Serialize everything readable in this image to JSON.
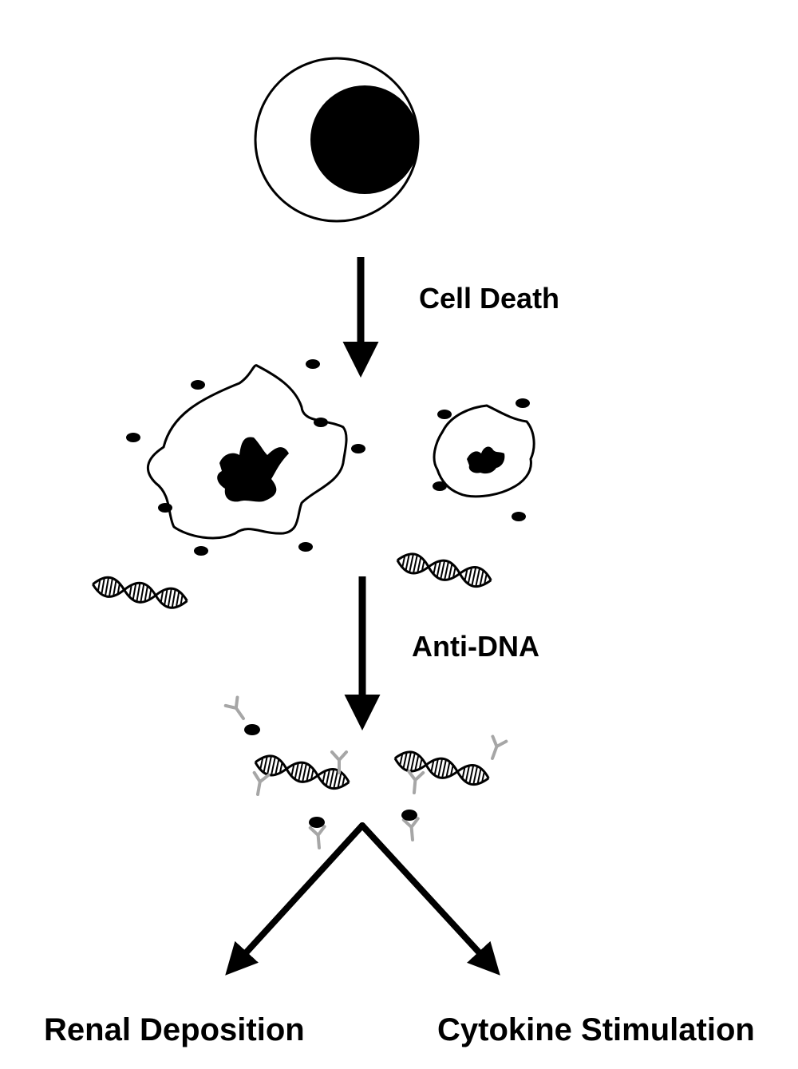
{
  "labels": {
    "step1": "Cell Death",
    "step2": "Anti-DNA",
    "outcome_left": "Renal Deposition",
    "outcome_right": "Cytokine Stimulation"
  },
  "colors": {
    "ink": "#000000",
    "antibody": "#a6a6a6",
    "background": "#ffffff"
  }
}
